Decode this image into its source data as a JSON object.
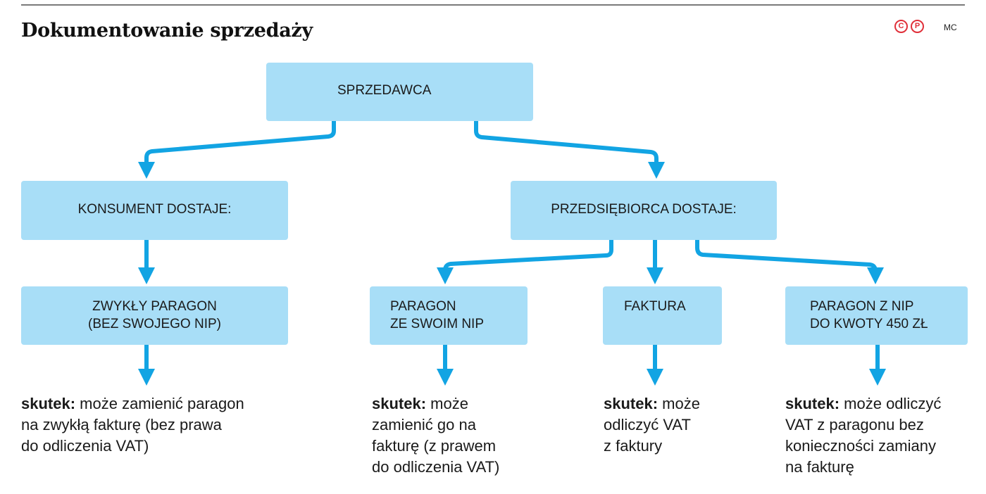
{
  "header": {
    "title": "Dokumentowanie sprzedaży",
    "marks": [
      "C",
      "P"
    ],
    "author": "MC"
  },
  "nodes": {
    "seller": {
      "label": "SPRZEDAWCA"
    },
    "consumer": {
      "label": "KONSUMENT DOSTAJE:"
    },
    "business": {
      "label": "PRZEDSIĘBIORCA DOSTAJE:"
    },
    "receipt_plain": {
      "line1": "ZWYKŁY PARAGON",
      "line2": "(BEZ SWOJEGO NIP)"
    },
    "receipt_own_nip": {
      "line1": "PARAGON",
      "line2": "ZE SWOIM NIP"
    },
    "invoice": {
      "line1": "FAKTURA"
    },
    "receipt_nip_450": {
      "line1": "PARAGON Z NIP",
      "line2": "DO KWOTY 450 ZŁ"
    }
  },
  "results": [
    {
      "label": "skutek:",
      "lines": [
        " może zamienić paragon",
        "na zwykłą fakturę (bez prawa",
        "do odliczenia VAT)"
      ]
    },
    {
      "label": "skutek:",
      "lines": [
        " może",
        "zamienić go na",
        "fakturę (z prawem",
        "do odliczenia VAT)"
      ]
    },
    {
      "label": "skutek:",
      "lines": [
        " może",
        "odliczyć VAT",
        "z faktury"
      ]
    },
    {
      "label": "skutek:",
      "lines": [
        " może odliczyć",
        "VAT z paragonu bez",
        "konieczności zamiany",
        "na fakturę"
      ]
    }
  ],
  "colors": {
    "box_fill": "#a8def7",
    "arrow": "#12a4e3",
    "mark_red": "#e0303a"
  }
}
